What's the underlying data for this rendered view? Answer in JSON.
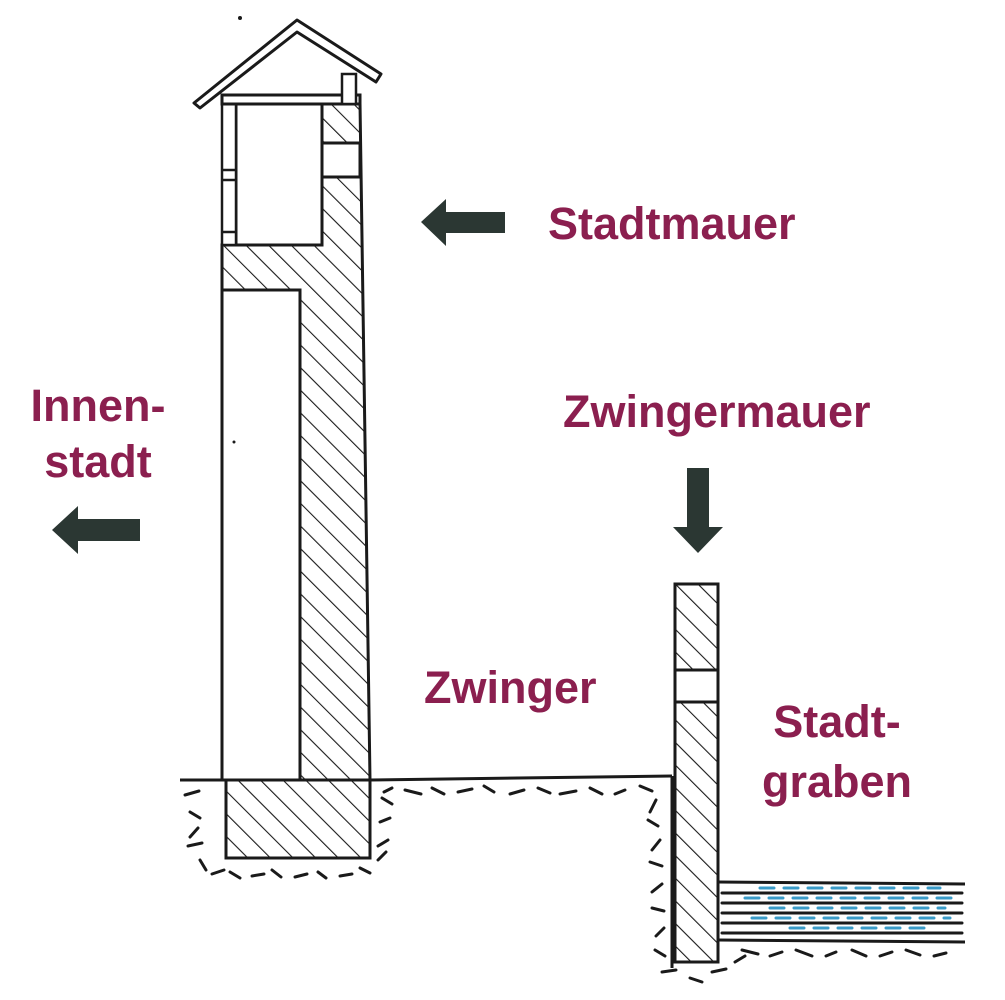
{
  "colors": {
    "label": "#8b1f4f",
    "ink": "#1a1a1a",
    "arrow": "#2b3733",
    "water": "#3a9bc8"
  },
  "labels": {
    "stadtmauer": "Stadtmauer",
    "innenstadt_line1": "Innen-",
    "innenstadt_line2": "stadt",
    "zwingermauer": "Zwingermauer",
    "zwinger": "Zwinger",
    "stadtgraben_line1": "Stadt-",
    "stadtgraben_line2": "graben"
  },
  "icons": [
    "arrow-left-icon",
    "arrow-down-icon"
  ]
}
